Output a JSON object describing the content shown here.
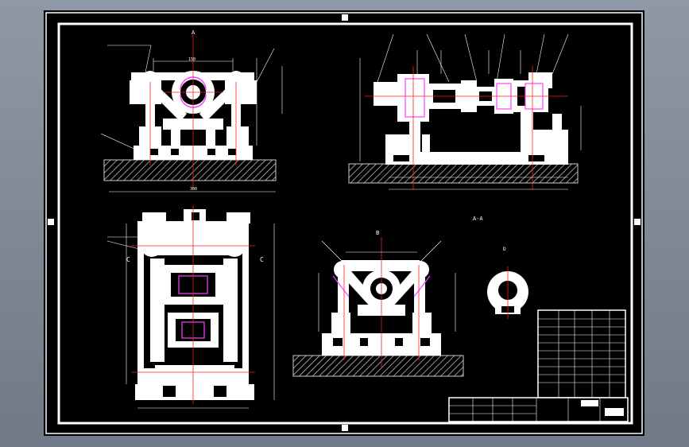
{
  "drawing": {
    "background": "#000000",
    "frame_color": "#ffffff",
    "part_color": "#ffffff",
    "center_line_color": "#ff2020",
    "hidden_line_color": "#ff40ff",
    "ground_color": "#c8c8c8",
    "dimension_color": "#ffffff"
  },
  "views": {
    "section_marker_left": "C",
    "section_marker_right": "C",
    "view_label_side": "A-A",
    "view_label_top": "B",
    "view_label_front": "A",
    "view_label_detail": "D"
  },
  "title_block": {
    "rows": 10,
    "columns": 5
  }
}
